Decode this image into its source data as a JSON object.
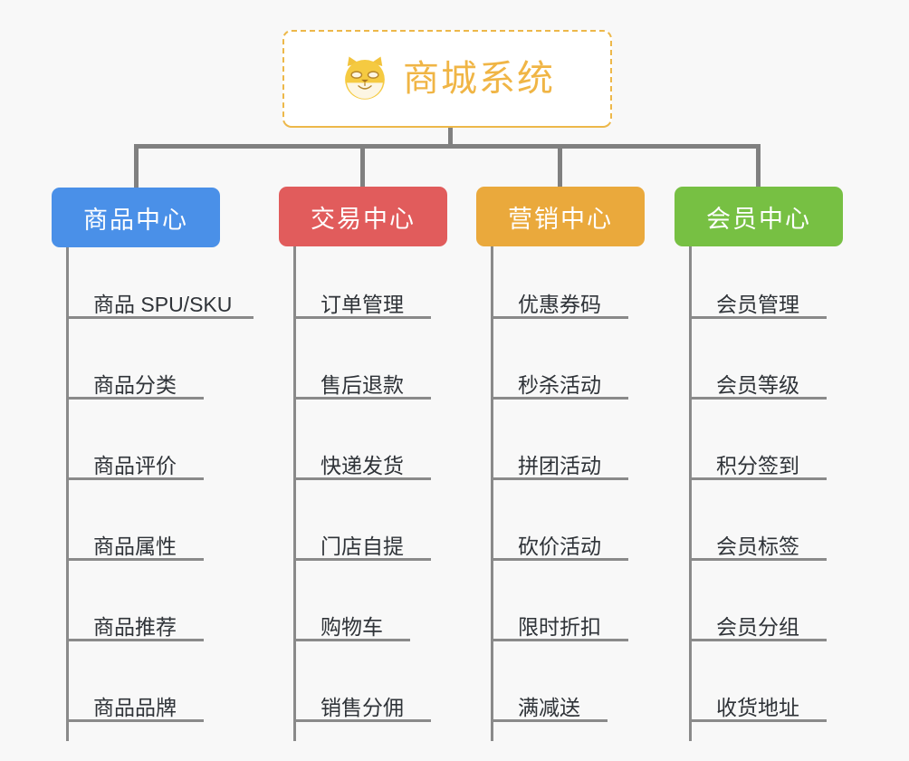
{
  "background_color": "#f8f8f8",
  "root": {
    "title": "商城系统",
    "icon": "shiba-dog-face-icon",
    "text_color": "#f0b545",
    "border_color": "#edb84a",
    "background": "#ffffff"
  },
  "connector_color": "#808080",
  "columns": [
    {
      "id": "product-center",
      "label": "商品中心",
      "color": "#4a90e8",
      "items": [
        {
          "label": "商品 SPU/SKU"
        },
        {
          "label": "商品分类"
        },
        {
          "label": "商品评价"
        },
        {
          "label": "商品属性"
        },
        {
          "label": "商品推荐"
        },
        {
          "label": "商品品牌"
        }
      ]
    },
    {
      "id": "trade-center",
      "label": "交易中心",
      "color": "#e15c5c",
      "items": [
        {
          "label": "订单管理"
        },
        {
          "label": "售后退款"
        },
        {
          "label": "快递发货"
        },
        {
          "label": "门店自提"
        },
        {
          "label": "购物车"
        },
        {
          "label": "销售分佣"
        }
      ]
    },
    {
      "id": "marketing-center",
      "label": "营销中心",
      "color": "#eaa93c",
      "items": [
        {
          "label": "优惠券码"
        },
        {
          "label": "秒杀活动"
        },
        {
          "label": "拼团活动"
        },
        {
          "label": "砍价活动"
        },
        {
          "label": "限时折扣"
        },
        {
          "label": "满减送"
        }
      ]
    },
    {
      "id": "member-center",
      "label": "会员中心",
      "color": "#77c043",
      "items": [
        {
          "label": "会员管理"
        },
        {
          "label": "会员等级"
        },
        {
          "label": "积分签到"
        },
        {
          "label": "会员标签"
        },
        {
          "label": "会员分组"
        },
        {
          "label": "收货地址"
        }
      ]
    }
  ]
}
